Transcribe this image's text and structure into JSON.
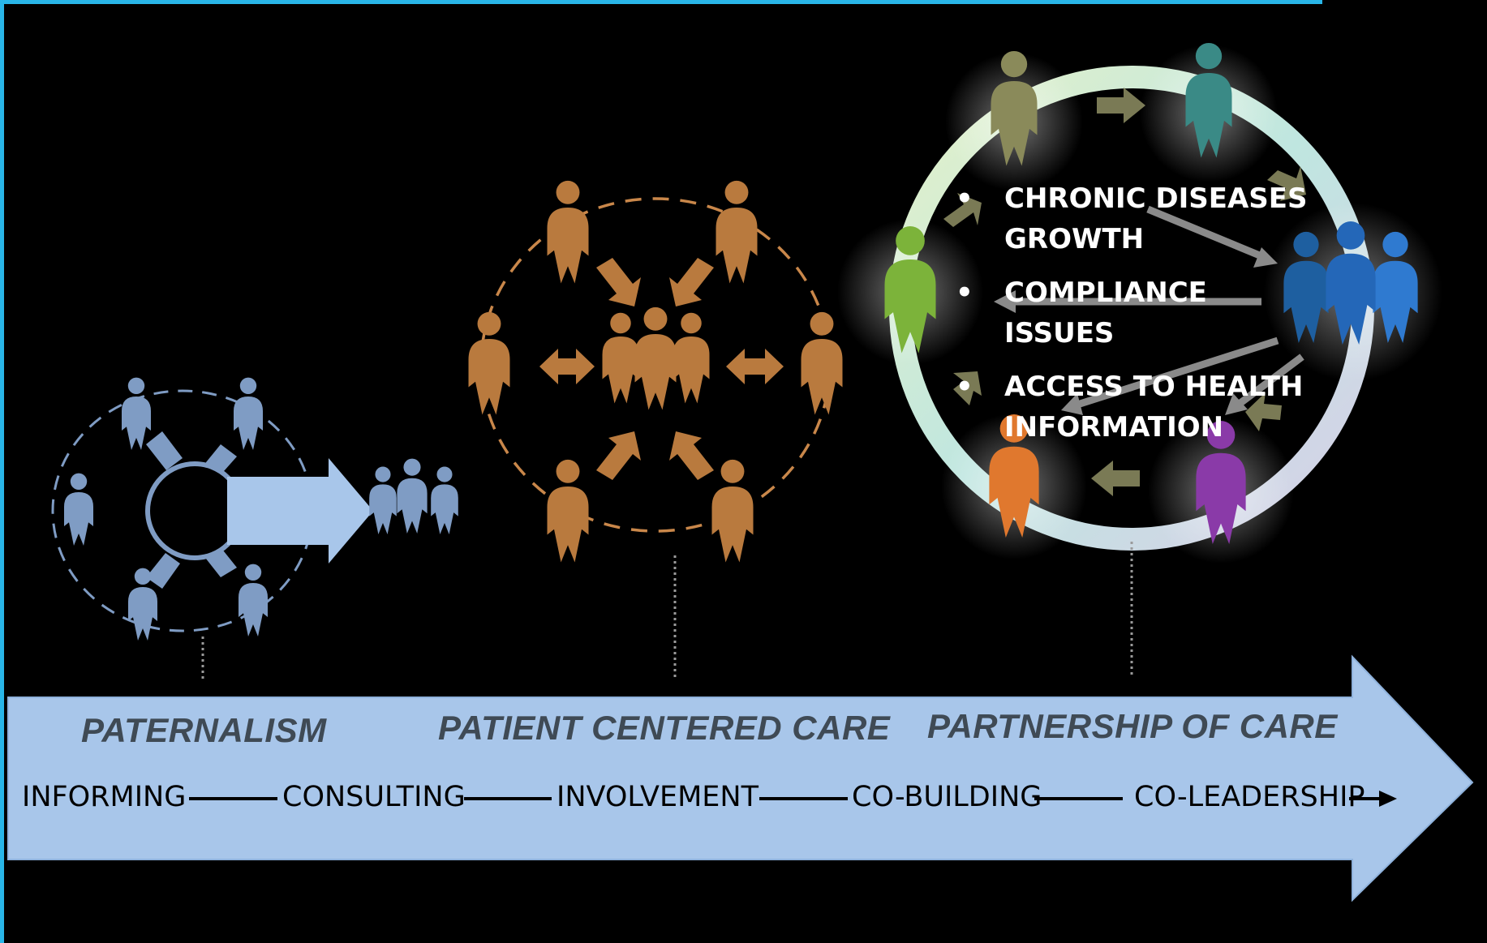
{
  "eras": [
    {
      "label": "PATERNALISM"
    },
    {
      "label": "PATIENT CENTERED CARE"
    },
    {
      "label": "PARTNERSHIP OF CARE"
    }
  ],
  "stages": [
    "INFORMING",
    "CONSULTING",
    "INVOLVEMENT",
    "CO-BUILDING",
    "CO-LEADERSHIP"
  ],
  "bullets": [
    {
      "marker": "•",
      "text": "CHRONIC DISEASES GROWTH"
    },
    {
      "marker": "•",
      "text": "COMPLIANCE ISSUES"
    },
    {
      "marker": "•",
      "text": "ACCESS TO HEALTH INFORMATION"
    }
  ],
  "colors": {
    "background": "#000000",
    "timeline_arrow": "#a8c6ea",
    "paternalism_figures": "#7f9cc4",
    "patient_centered_figures": "#b97a3e",
    "partnership_ring": "#c8e8d8",
    "top_border": "#29b6e8",
    "era_text": "#3f4a55"
  }
}
